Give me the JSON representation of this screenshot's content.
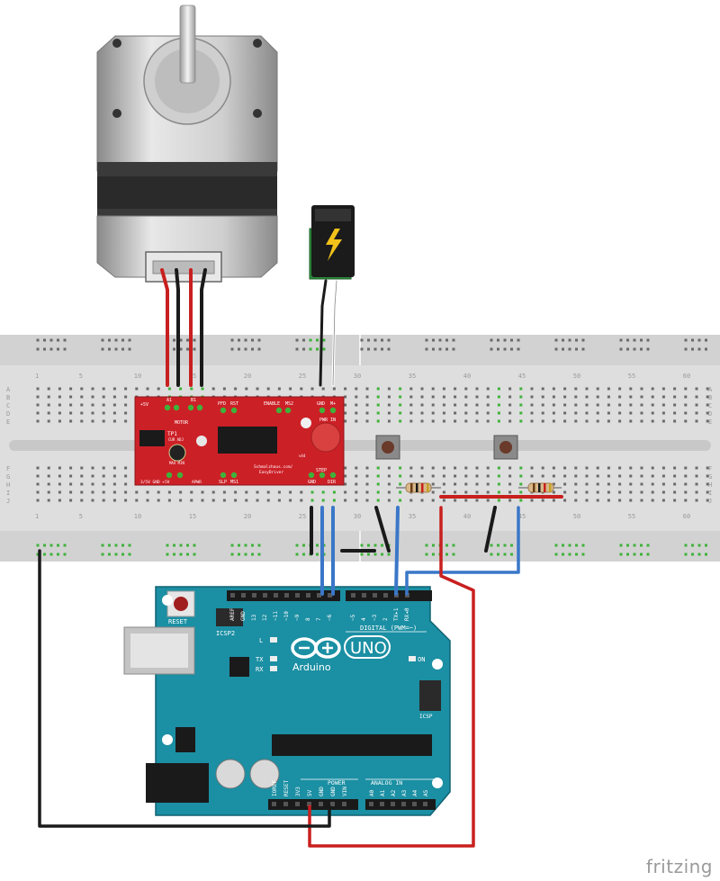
{
  "breadboard": {
    "row_letters": [
      "A",
      "B",
      "C",
      "D",
      "E",
      "F",
      "G",
      "H",
      "I",
      "J"
    ],
    "column_numbers": [
      "1",
      "5",
      "10",
      "15",
      "20",
      "25",
      "30",
      "35",
      "40",
      "45",
      "50",
      "55",
      "60"
    ]
  },
  "easydriver": {
    "pins_top_left": "+5V",
    "motor_label": "MOTOR",
    "pins_a": "A1",
    "pins_b": "B1",
    "ms_label": "MS1",
    "pfd": "PFD",
    "rst": "RST",
    "enable": "ENABLE",
    "ms2": "MS2",
    "gnd_top": "GND",
    "m_plus": "M+",
    "pwr_in": "PWR IN",
    "tp1": "TP1",
    "cur_adj": "CUR ADJ",
    "max_min": "MAX  MIN",
    "slp": "SLP",
    "ms1_bottom": "MS1",
    "site": "Schmalzhaus.com/",
    "product": "EasyDriver",
    "version": "v44",
    "step": "STEP",
    "gnd_bottom": "GND",
    "dir": "DIR",
    "bottom_left": "3/5V  GND +5V",
    "apwr": "APWR"
  },
  "arduino": {
    "reset_label": "RESET",
    "icsp2_label": "ICSP2",
    "digital_label": "DIGITAL (PWM=~)",
    "header_pins": [
      "AREF",
      "GND",
      "13",
      "12",
      "~11",
      "~10",
      "~9",
      "8",
      "7",
      "~6",
      "~5",
      "4",
      "~3",
      "2",
      "TX▸1",
      "RX◂0"
    ],
    "led_l": "L",
    "led_tx": "TX",
    "led_rx": "RX",
    "on_label": "ON",
    "logo_text": "UNO",
    "brand": "Arduino",
    "icsp_label": "ICSP",
    "power_label": "POWER",
    "analog_label": "ANALOG IN",
    "power_pins": [
      "IOREF",
      "RESET",
      "3V3",
      "5V",
      "GND",
      "GND",
      "VIN"
    ],
    "analog_pins": [
      "A0",
      "A1",
      "A2",
      "A3",
      "A4",
      "A5"
    ]
  },
  "watermark": "fritzing",
  "colors": {
    "wire_red": "#c8201f",
    "wire_black": "#1a1a1a",
    "wire_blue": "#3a77c8",
    "board_teal": "#1b8fa3",
    "driver_red": "#cc2027",
    "breadboard": "#dcdcdc",
    "hole_green": "#3fb23a"
  }
}
